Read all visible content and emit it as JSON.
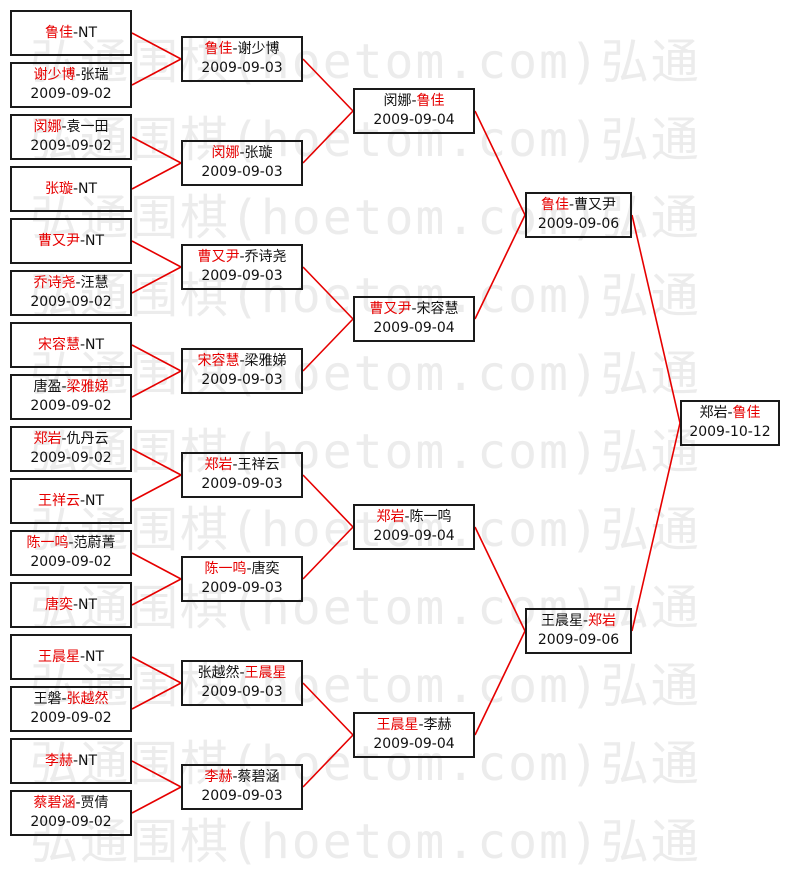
{
  "colors": {
    "winner": "#e60000",
    "loser": "#111111",
    "connector": "#e60000",
    "border": "#1a1a1a",
    "watermark": "#ececec"
  },
  "watermark": {
    "text": "弘通围棋(hoetom.com)弘通"
  },
  "bracket": {
    "round1": [
      {
        "a": "鲁佳",
        "b": "NT",
        "winner": "a",
        "date": ""
      },
      {
        "a": "谢少博",
        "b": "张瑞",
        "winner": "a",
        "date": "2009-09-02"
      },
      {
        "a": "闵娜",
        "b": "袁一田",
        "winner": "a",
        "date": "2009-09-02"
      },
      {
        "a": "张璇",
        "b": "NT",
        "winner": "a",
        "date": ""
      },
      {
        "a": "曹又尹",
        "b": "NT",
        "winner": "a",
        "date": ""
      },
      {
        "a": "乔诗尧",
        "b": "汪慧",
        "winner": "a",
        "date": "2009-09-02"
      },
      {
        "a": "宋容慧",
        "b": "NT",
        "winner": "a",
        "date": ""
      },
      {
        "a": "唐盈",
        "b": "梁雅娣",
        "winner": "b",
        "date": "2009-09-02"
      },
      {
        "a": "郑岩",
        "b": "仇丹云",
        "winner": "a",
        "date": "2009-09-02"
      },
      {
        "a": "王祥云",
        "b": "NT",
        "winner": "a",
        "date": ""
      },
      {
        "a": "陈一鸣",
        "b": "范蔚菁",
        "winner": "a",
        "date": "2009-09-02"
      },
      {
        "a": "唐奕",
        "b": "NT",
        "winner": "a",
        "date": ""
      },
      {
        "a": "王晨星",
        "b": "NT",
        "winner": "a",
        "date": ""
      },
      {
        "a": "王磐",
        "b": "张越然",
        "winner": "b",
        "date": "2009-09-02"
      },
      {
        "a": "李赫",
        "b": "NT",
        "winner": "a",
        "date": ""
      },
      {
        "a": "蔡碧涵",
        "b": "贾倩",
        "winner": "a",
        "date": "2009-09-02"
      }
    ],
    "round2": [
      {
        "a": "鲁佳",
        "b": "谢少博",
        "winner": "a",
        "date": "2009-09-03"
      },
      {
        "a": "闵娜",
        "b": "张璇",
        "winner": "a",
        "date": "2009-09-03"
      },
      {
        "a": "曹又尹",
        "b": "乔诗尧",
        "winner": "a",
        "date": "2009-09-03"
      },
      {
        "a": "宋容慧",
        "b": "梁雅娣",
        "winner": "a",
        "date": "2009-09-03"
      },
      {
        "a": "郑岩",
        "b": "王祥云",
        "winner": "a",
        "date": "2009-09-03"
      },
      {
        "a": "陈一鸣",
        "b": "唐奕",
        "winner": "a",
        "date": "2009-09-03"
      },
      {
        "a": "张越然",
        "b": "王晨星",
        "winner": "b",
        "date": "2009-09-03"
      },
      {
        "a": "李赫",
        "b": "蔡碧涵",
        "winner": "a",
        "date": "2009-09-03"
      }
    ],
    "round3": [
      {
        "a": "闵娜",
        "b": "鲁佳",
        "winner": "b",
        "date": "2009-09-04"
      },
      {
        "a": "曹又尹",
        "b": "宋容慧",
        "winner": "a",
        "date": "2009-09-04"
      },
      {
        "a": "郑岩",
        "b": "陈一鸣",
        "winner": "a",
        "date": "2009-09-04"
      },
      {
        "a": "王晨星",
        "b": "李赫",
        "winner": "a",
        "date": "2009-09-04"
      }
    ],
    "round4": [
      {
        "a": "鲁佳",
        "b": "曹又尹",
        "winner": "a",
        "date": "2009-09-06"
      },
      {
        "a": "王晨星",
        "b": "郑岩",
        "winner": "b",
        "date": "2009-09-06"
      }
    ],
    "final": [
      {
        "a": "郑岩",
        "b": "鲁佳",
        "winner": "b",
        "date": "2009-10-12"
      }
    ]
  }
}
